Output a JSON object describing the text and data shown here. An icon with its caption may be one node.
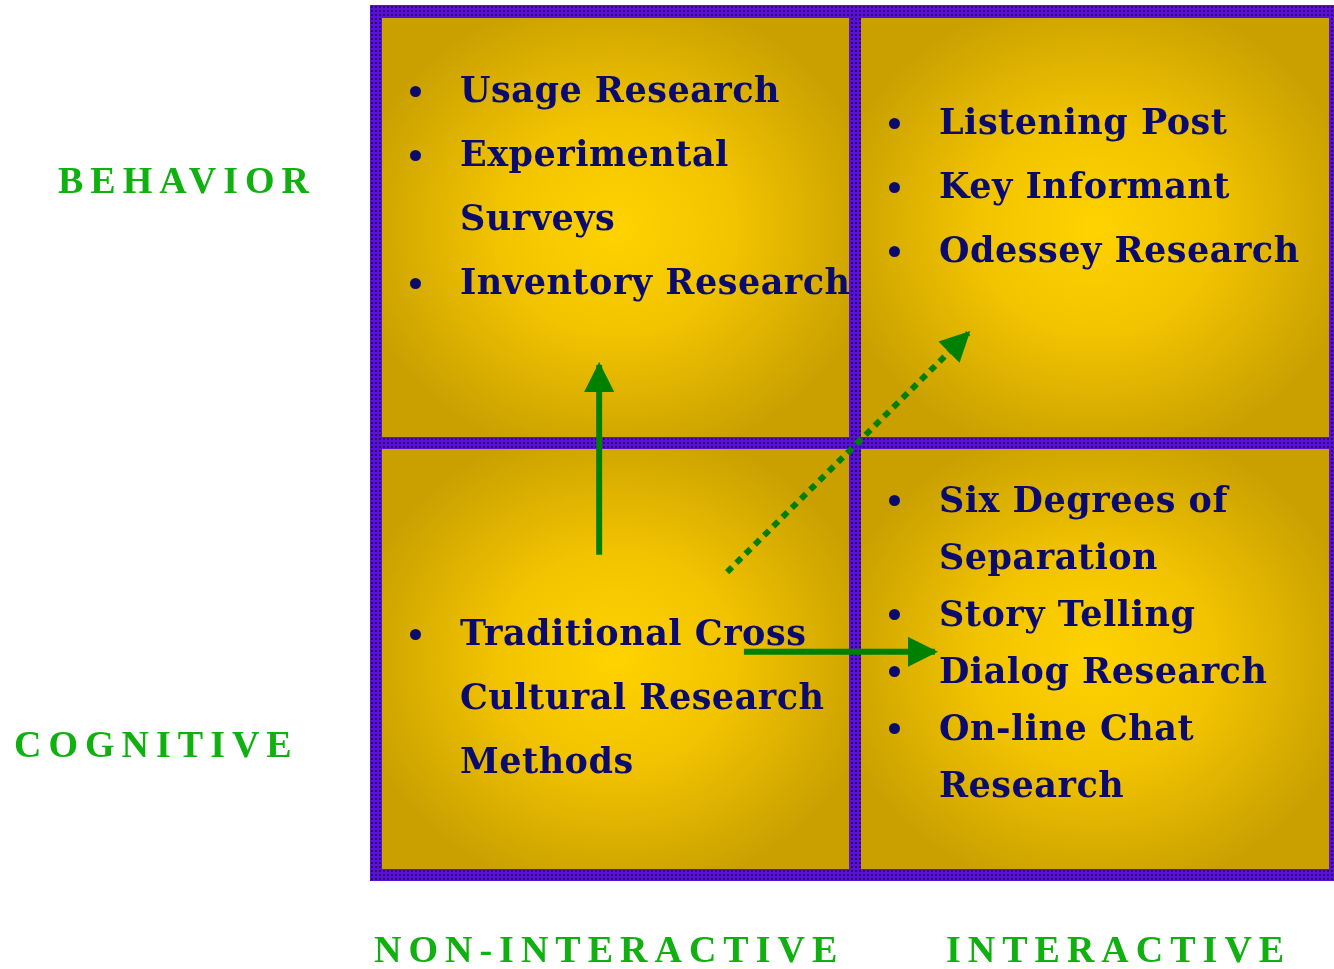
{
  "diagram": {
    "nodes": [
      {
        "text": [
          "Usage Research",
          "Experimental Surveys",
          "Inventory Research"
        ]
      },
      {
        "text": [
          "Listening Post",
          "Key Informant",
          "Odessey Research"
        ]
      },
      {
        "text": [
          "Traditional Cross Cultural Research Methods"
        ]
      },
      {
        "text": [
          "Six Degrees of Separation",
          "Story Telling",
          "Dialog Research",
          "On-line Chat Research"
        ]
      }
    ],
    "edges": [
      {
        "from": 2,
        "to": 0,
        "arrow": "to"
      },
      {
        "from": 2,
        "to": 1,
        "arrow": "to",
        "style": "dashed"
      },
      {
        "from": 2,
        "to": 3,
        "arrow": "to"
      }
    ],
    "labels": [
      "BEHAVIOR",
      "COGNITIVE",
      "NON-INTERACTIVE",
      "INTERACTIVE"
    ]
  }
}
